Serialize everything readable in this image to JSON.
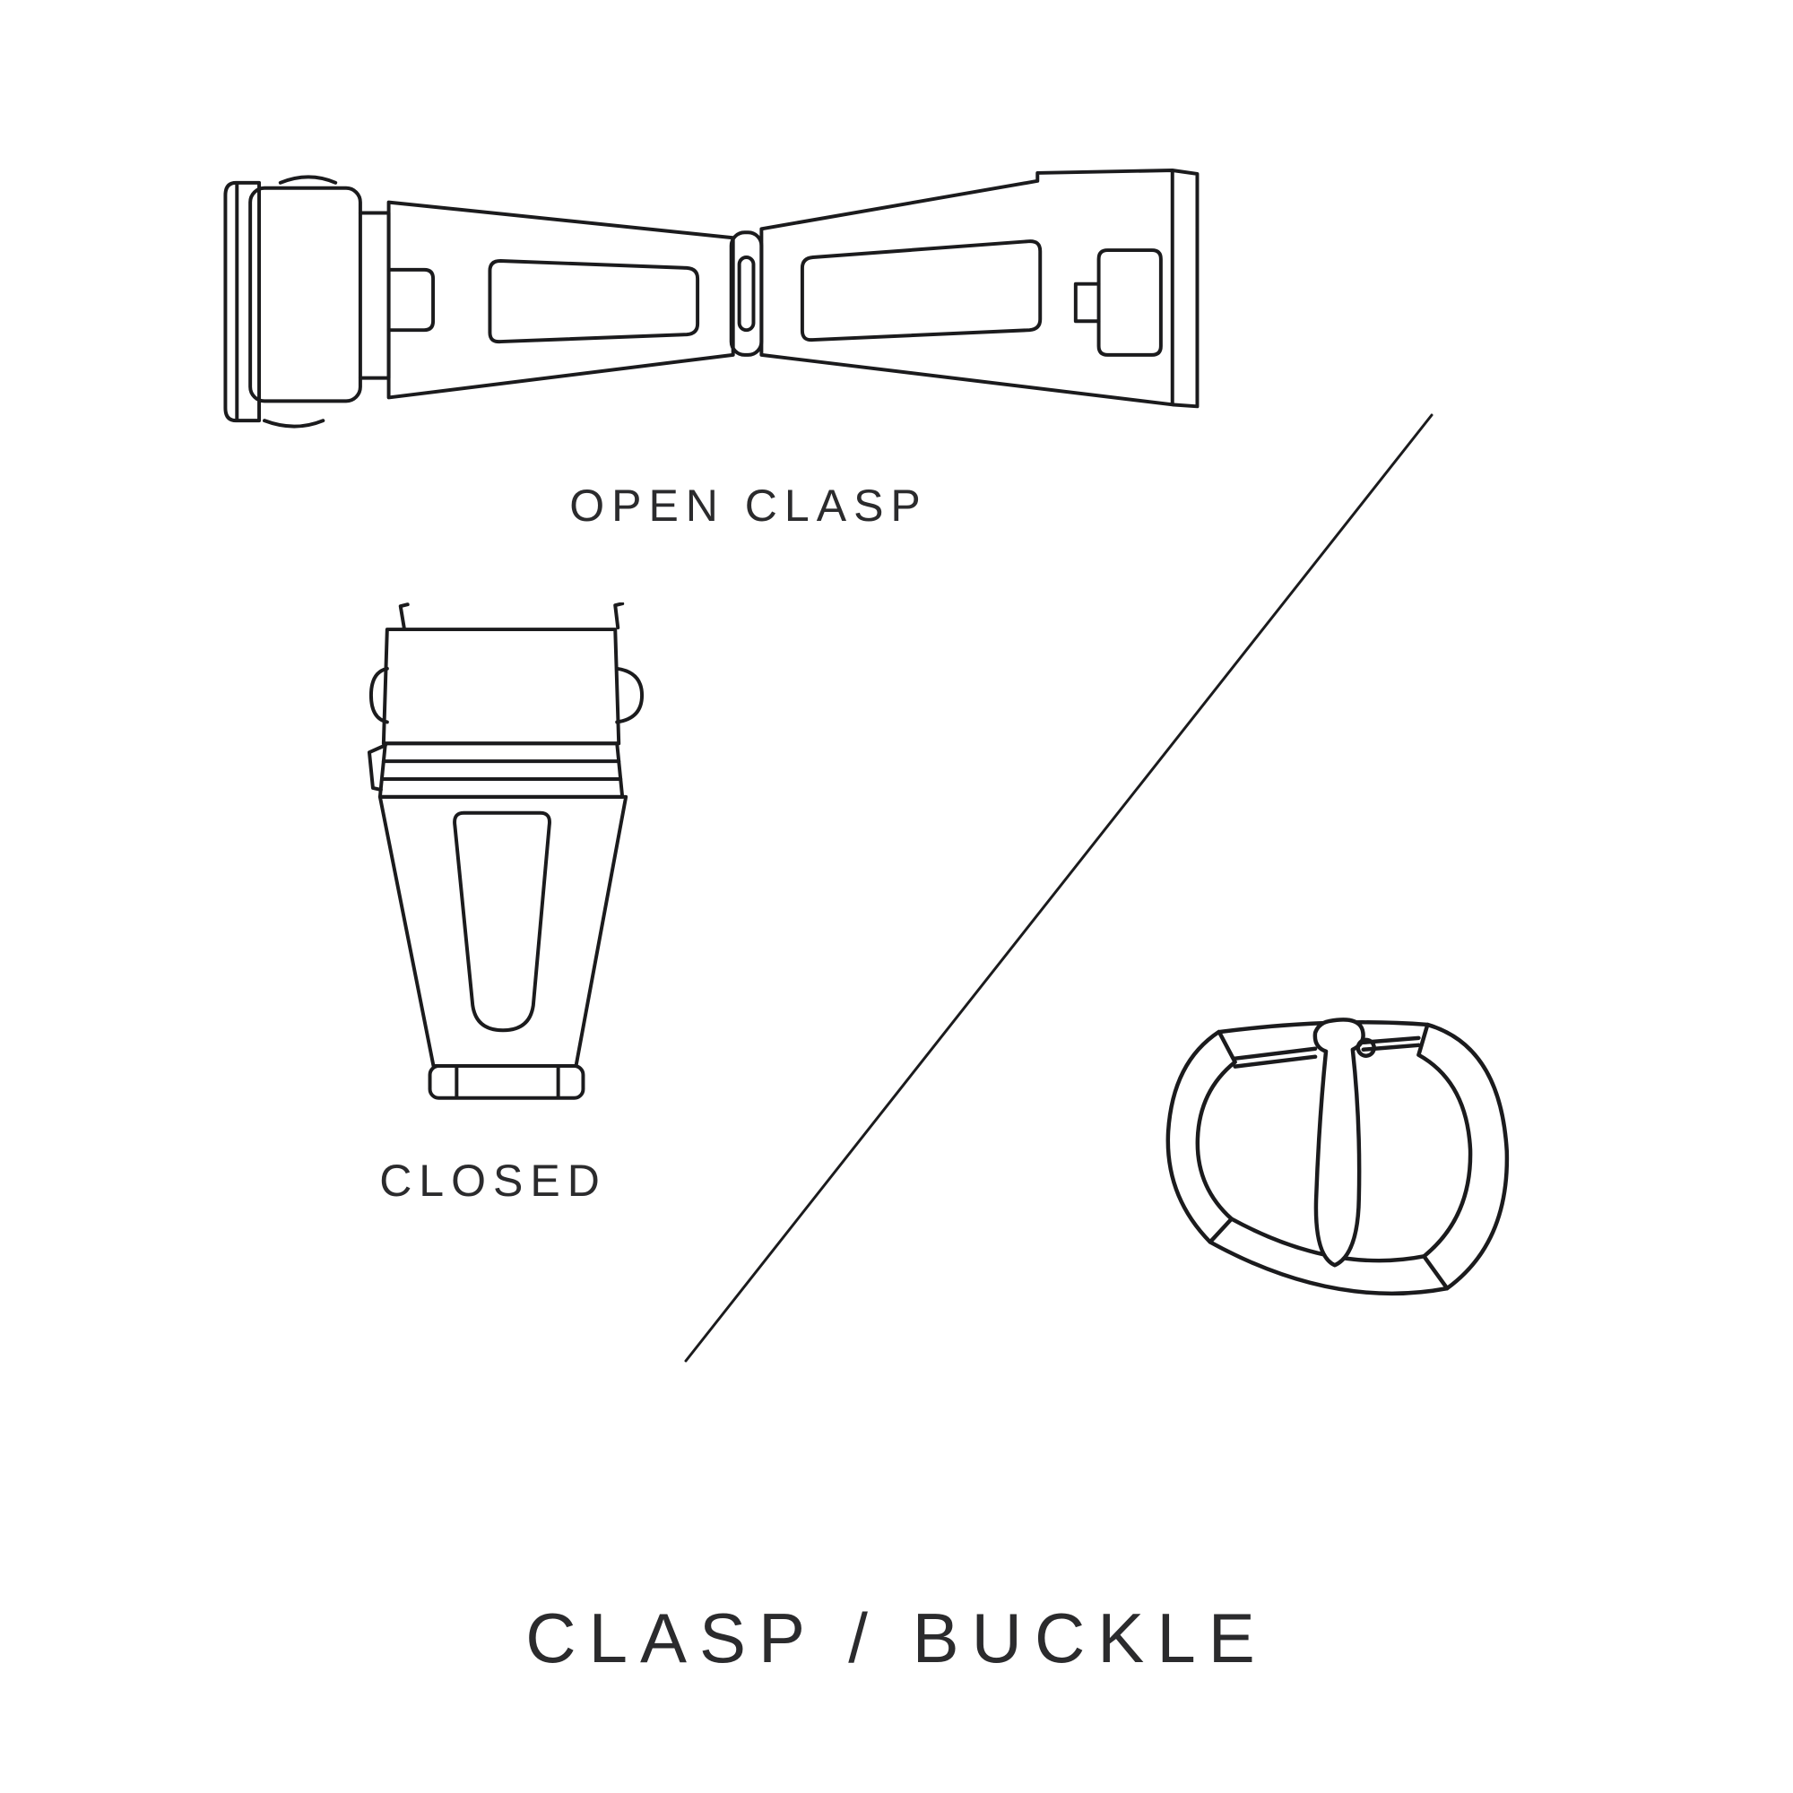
{
  "title": {
    "text": "CLASP / BUCKLE"
  },
  "figures": {
    "open_clasp": {
      "label": "OPEN CLASP"
    },
    "closed_clasp": {
      "label": "CLOSED"
    },
    "buckle": {
      "label": ""
    }
  },
  "colors": {
    "line": "#1b1b1d",
    "text": "#2b2b2d",
    "background": "#ffffff"
  }
}
